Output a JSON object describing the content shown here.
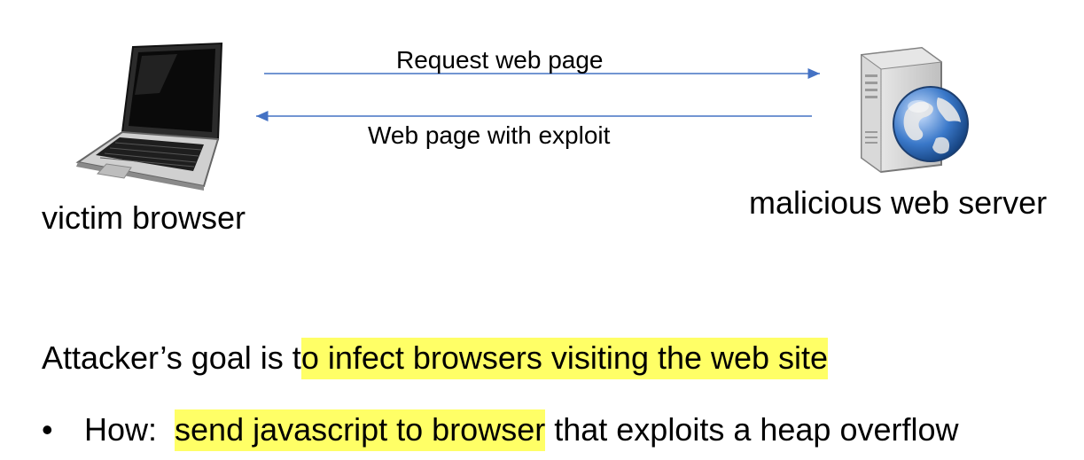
{
  "diagram": {
    "request_label": "Request web page",
    "response_label": "Web page with exploit",
    "victim_label": "victim browser",
    "server_label": "malicious web server",
    "icons": {
      "client": "laptop-icon",
      "server": "web-server-globe-icon"
    },
    "colors": {
      "arrow": "#4472c4",
      "highlight": "#ffff66"
    }
  },
  "text": {
    "goal_prefix": "Attacker’s goal is t",
    "goal_highlight": "o infect browsers visiting the web site",
    "how_bullet": "•",
    "how_prefix": "How:  ",
    "how_highlight": "send javascript to browser",
    "how_suffix": " that exploits a heap overflow"
  }
}
